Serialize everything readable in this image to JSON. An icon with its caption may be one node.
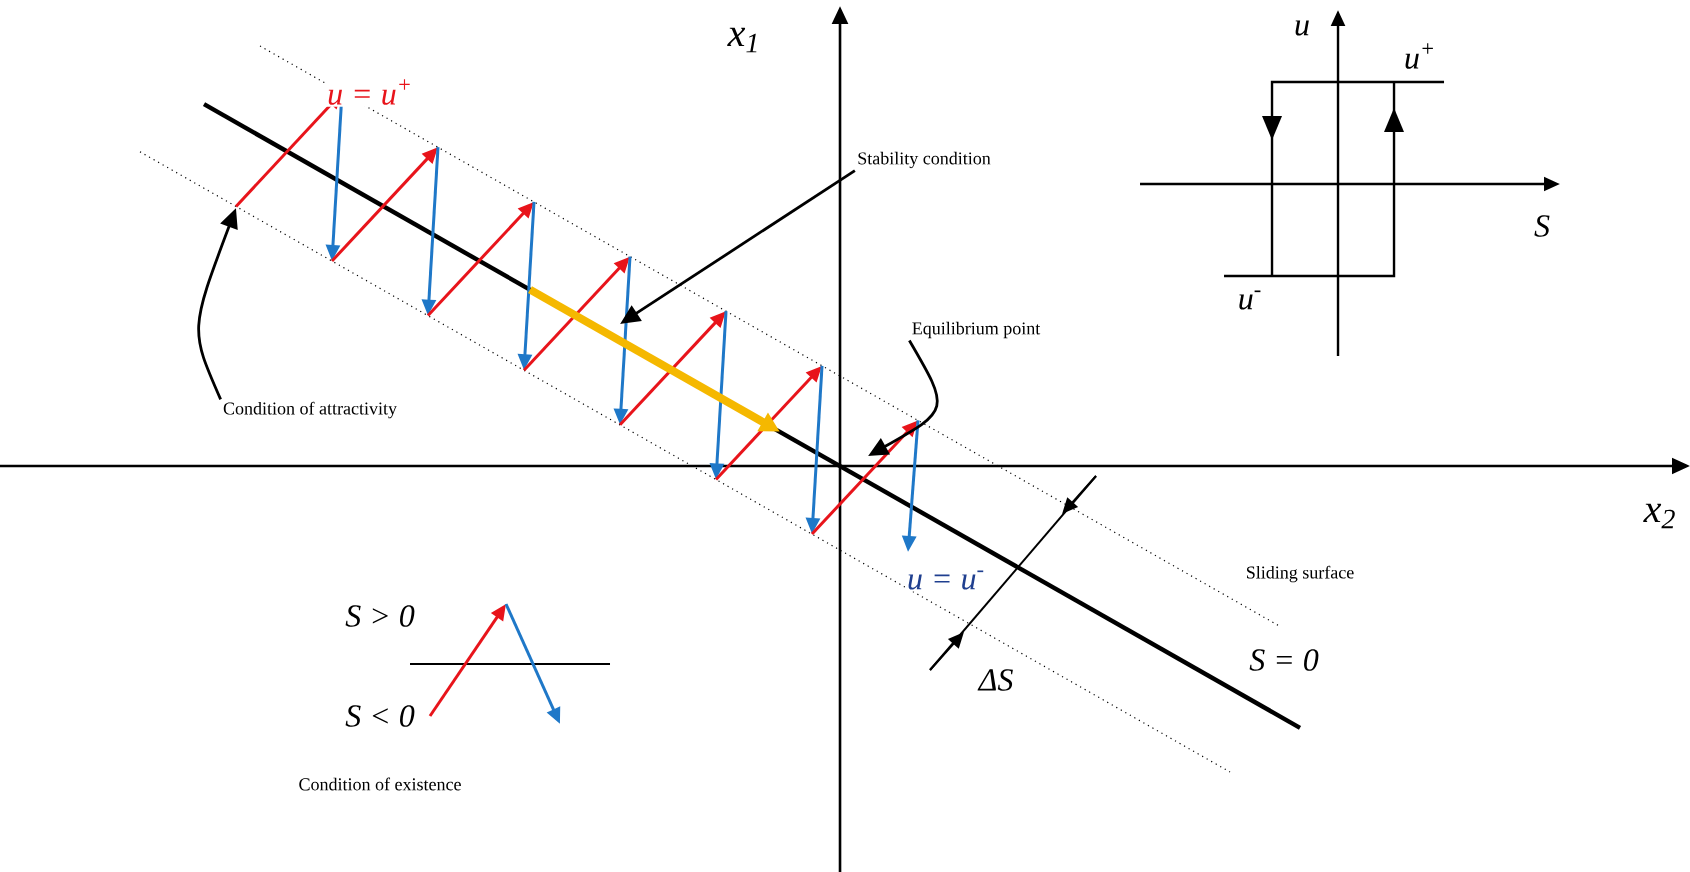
{
  "diagram": {
    "nodes": [
      {
        "text": [
          "Stability condition"
        ]
      },
      {
        "text": [
          "Condition of attractivity"
        ]
      },
      {
        "text": [
          "Equilibrium point"
        ]
      }
    ],
    "edges": [
      {
        "from": 0,
        "to": null,
        "arrow": "to"
      },
      {
        "from": 1,
        "to": null,
        "arrow": "to"
      },
      {
        "from": 2,
        "to": null,
        "arrow": "to"
      }
    ],
    "labels": [
      "x$_{1}$",
      "u = u$^{+}$",
      "u",
      "u$^{+}$",
      "S",
      "u$^{-}$",
      "x$_{2}$",
      "u = u$^{-}$",
      "Sliding surface",
      "S > 0",
      "S < 0",
      "ΔS",
      "S = 0",
      "Condition of existence"
    ]
  }
}
